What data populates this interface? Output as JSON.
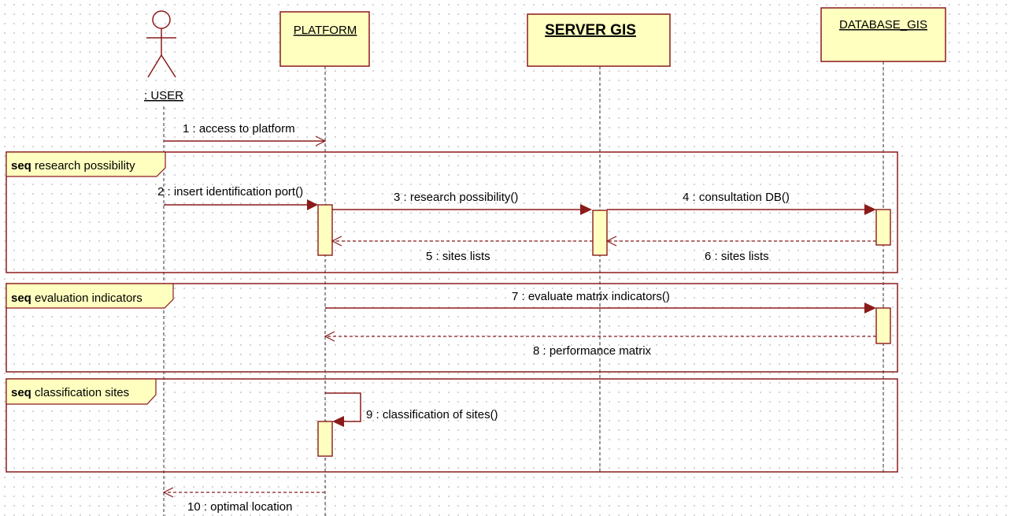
{
  "participants": {
    "user": ": USER",
    "platform": "PLATFORM",
    "server": "SERVER GIS",
    "database": "DATABASE_GIS"
  },
  "frames": {
    "f1": {
      "keyword": "seq",
      "name": "research possibility"
    },
    "f2": {
      "keyword": "seq",
      "name": "evaluation indicators"
    },
    "f3": {
      "keyword": "seq",
      "name": "classification sites"
    }
  },
  "messages": {
    "m1": "1 : access to platform",
    "m2": "2 : insert identification port()",
    "m3": "3 : research possibility()",
    "m4": "4 : consultation DB()",
    "m5": "5 : sites lists",
    "m6": "6 : sites lists",
    "m7": "7 : evaluate matrix indicators()",
    "m8": "8 : performance matrix",
    "m9": "9 : classification of sites()",
    "m10": "10 : optimal location"
  },
  "colors": {
    "line": "#8b1a1a",
    "box_fill": "#ffffc0",
    "grid_dot": "#c9c9c9"
  }
}
